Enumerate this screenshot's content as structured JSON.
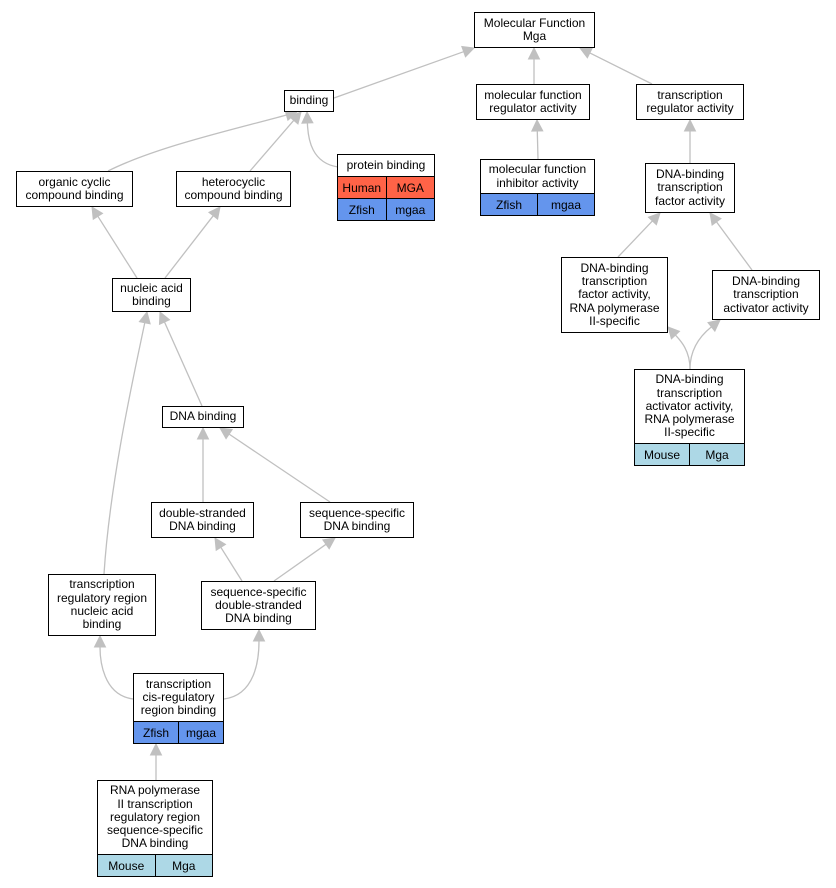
{
  "colors": {
    "edge": "#c0c0c0",
    "human": "#ff6347",
    "zfish": "#6495ed",
    "mouse": "#add8e6"
  },
  "nodes": {
    "mf": {
      "label": "Molecular Function\nMga"
    },
    "binding": {
      "label": "binding"
    },
    "mfra": {
      "label": "molecular function\nregulator activity"
    },
    "tra": {
      "label": "transcription\nregulator activity"
    },
    "ocb": {
      "label": "organic cyclic\ncompound binding"
    },
    "hcb": {
      "label": "heterocyclic\ncompound binding"
    },
    "pb": {
      "label": "protein binding",
      "annotations": [
        [
          "Human",
          "MGA"
        ],
        [
          "Zfish",
          "mgaa"
        ]
      ]
    },
    "mfia": {
      "label": "molecular function\ninhibitor activity",
      "annotations": [
        [
          "Zfish",
          "mgaa"
        ]
      ]
    },
    "dbtfa": {
      "label": "DNA-binding\ntranscription\nfactor activity"
    },
    "nab": {
      "label": "nucleic acid\nbinding"
    },
    "dbtfa2": {
      "label": "DNA-binding\ntranscription\nfactor activity,\nRNA polymerase\nII-specific"
    },
    "dbtaa": {
      "label": "DNA-binding\ntranscription\nactivator activity"
    },
    "dbtaa2": {
      "label": "DNA-binding\ntranscription\nactivator activity,\nRNA polymerase\nII-specific",
      "annotations": [
        [
          "Mouse",
          "Mga"
        ]
      ]
    },
    "db": {
      "label": "DNA binding"
    },
    "dsdb": {
      "label": "double-stranded\nDNA binding"
    },
    "ssdb": {
      "label": "sequence-specific\nDNA binding"
    },
    "trrnab": {
      "label": "transcription\nregulatory region\nnucleic acid\nbinding"
    },
    "ssdsdb": {
      "label": "sequence-specific\ndouble-stranded\nDNA binding"
    },
    "tcrrb": {
      "label": "transcription\ncis-regulatory\nregion binding",
      "annotations": [
        [
          "Zfish",
          "mgaa"
        ]
      ]
    },
    "rnap": {
      "label": "RNA polymerase\nII transcription\nregulatory region\nsequence-specific\nDNA binding",
      "annotations": [
        [
          "Mouse",
          "Mga"
        ]
      ]
    }
  }
}
